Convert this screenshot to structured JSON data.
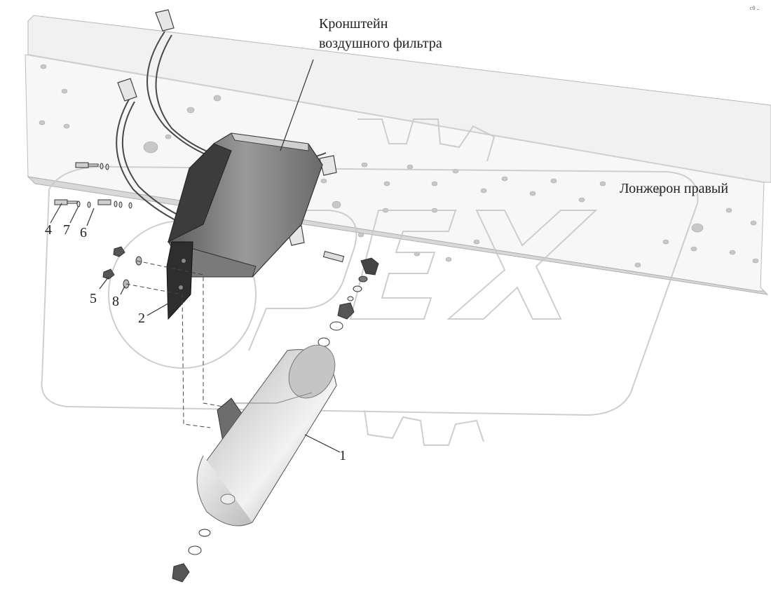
{
  "diagram": {
    "labels": {
      "bracket_line1": "Кронштейн",
      "bracket_line2": "воздушного фильтра",
      "rail": "Лонжерон правый"
    },
    "callouts": [
      "1",
      "2",
      "4",
      "5",
      "6",
      "7",
      "8"
    ],
    "watermark_text": "OPEX",
    "corner_mark": "c0 .."
  }
}
